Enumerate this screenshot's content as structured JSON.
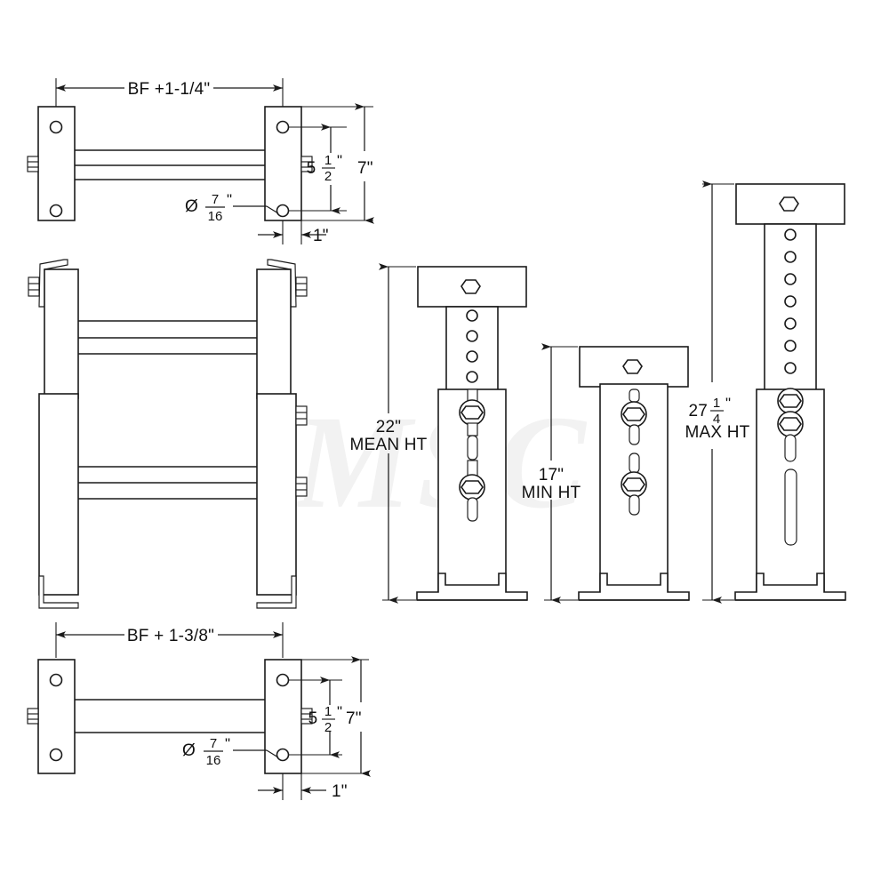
{
  "drawing": {
    "title": "Adjustable Conveyor Support Stand Assembly Drawing",
    "background_color": "#ffffff",
    "line_color": "#1a1a1a",
    "watermark_text": "MSC",
    "watermark_color": "#f2f2f2"
  },
  "views": {
    "top_plan": {
      "name": "top-cross-member-view",
      "width_dimension": "BF +1-1/4\"",
      "height_overall": "7\"",
      "height_inner": "5",
      "height_inner_frac_num": "1",
      "height_inner_frac_den": "2",
      "height_inner_unit": "\"",
      "edge_distance": "1\"",
      "hole_diameter_symbol": "Ø",
      "hole_diameter_num": "7",
      "hole_diameter_den": "16",
      "hole_diameter_unit": "\""
    },
    "bottom_plan": {
      "name": "bottom-cross-member-view",
      "width_dimension": "BF + 1-3/8\"",
      "height_overall": "7\"",
      "height_inner": "5",
      "height_inner_frac_num": "1",
      "height_inner_frac_den": "2",
      "height_inner_unit": "\"",
      "edge_distance": "1\"",
      "hole_diameter_symbol": "Ø",
      "hole_diameter_num": "7",
      "hole_diameter_den": "16",
      "hole_diameter_unit": "\""
    },
    "frame_elevation": {
      "name": "h-frame-elevation-view"
    },
    "stand_mean": {
      "name": "stand-mean-height",
      "dimension_value": "22\"",
      "dimension_label": "MEAN HT",
      "adjustment_holes": 5,
      "clamp_bolts": 2
    },
    "stand_min": {
      "name": "stand-min-height",
      "dimension_value": "17\"",
      "dimension_label": "MIN HT",
      "adjustment_holes": 0,
      "clamp_bolts": 2
    },
    "stand_max": {
      "name": "stand-max-height",
      "dimension_whole": "27",
      "dimension_frac_num": "1",
      "dimension_frac_den": "4",
      "dimension_unit": "\"",
      "dimension_label": "MAX HT",
      "adjustment_holes": 8,
      "clamp_bolts": 2
    }
  }
}
